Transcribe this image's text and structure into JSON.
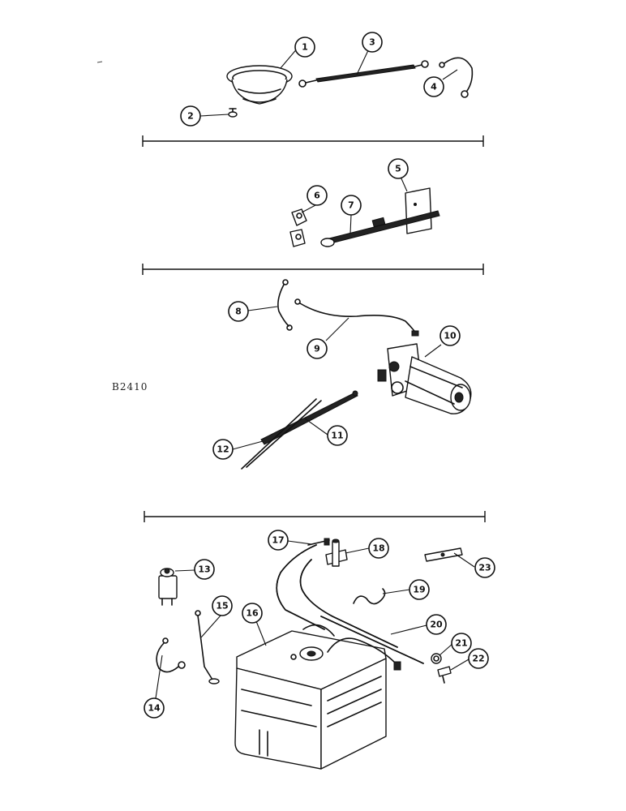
{
  "figure_label": "B2410",
  "callouts": [
    {
      "num": "1"
    },
    {
      "num": "2"
    },
    {
      "num": "3"
    },
    {
      "num": "4"
    },
    {
      "num": "5"
    },
    {
      "num": "6"
    },
    {
      "num": "7"
    },
    {
      "num": "8"
    },
    {
      "num": "9"
    },
    {
      "num": "10"
    },
    {
      "num": "11"
    },
    {
      "num": "12"
    },
    {
      "num": "13"
    },
    {
      "num": "14"
    },
    {
      "num": "15"
    },
    {
      "num": "16"
    },
    {
      "num": "17"
    },
    {
      "num": "18"
    },
    {
      "num": "19"
    },
    {
      "num": "20"
    },
    {
      "num": "21"
    },
    {
      "num": "22"
    },
    {
      "num": "23"
    }
  ]
}
